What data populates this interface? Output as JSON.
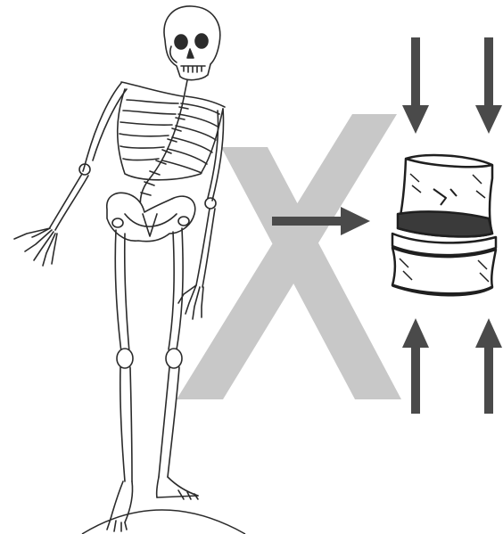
{
  "figure": {
    "background_color": "#ffffff",
    "line_color": "#2b2b2b",
    "x_mark_color": "#c8c8c8",
    "arrow_color": "#4a4a4a",
    "vertebra_shadow_color": "#3a3a3a",
    "elements": {
      "skeleton": "skeleton-illustration",
      "x_mark": "x-mark",
      "vertebra": "vertebra-illustration",
      "arrows": [
        {
          "name": "arrow-down-left",
          "direction": "down"
        },
        {
          "name": "arrow-down-right",
          "direction": "down"
        },
        {
          "name": "arrow-right",
          "direction": "right"
        },
        {
          "name": "arrow-up-left",
          "direction": "up"
        },
        {
          "name": "arrow-up-right",
          "direction": "up"
        }
      ]
    }
  }
}
